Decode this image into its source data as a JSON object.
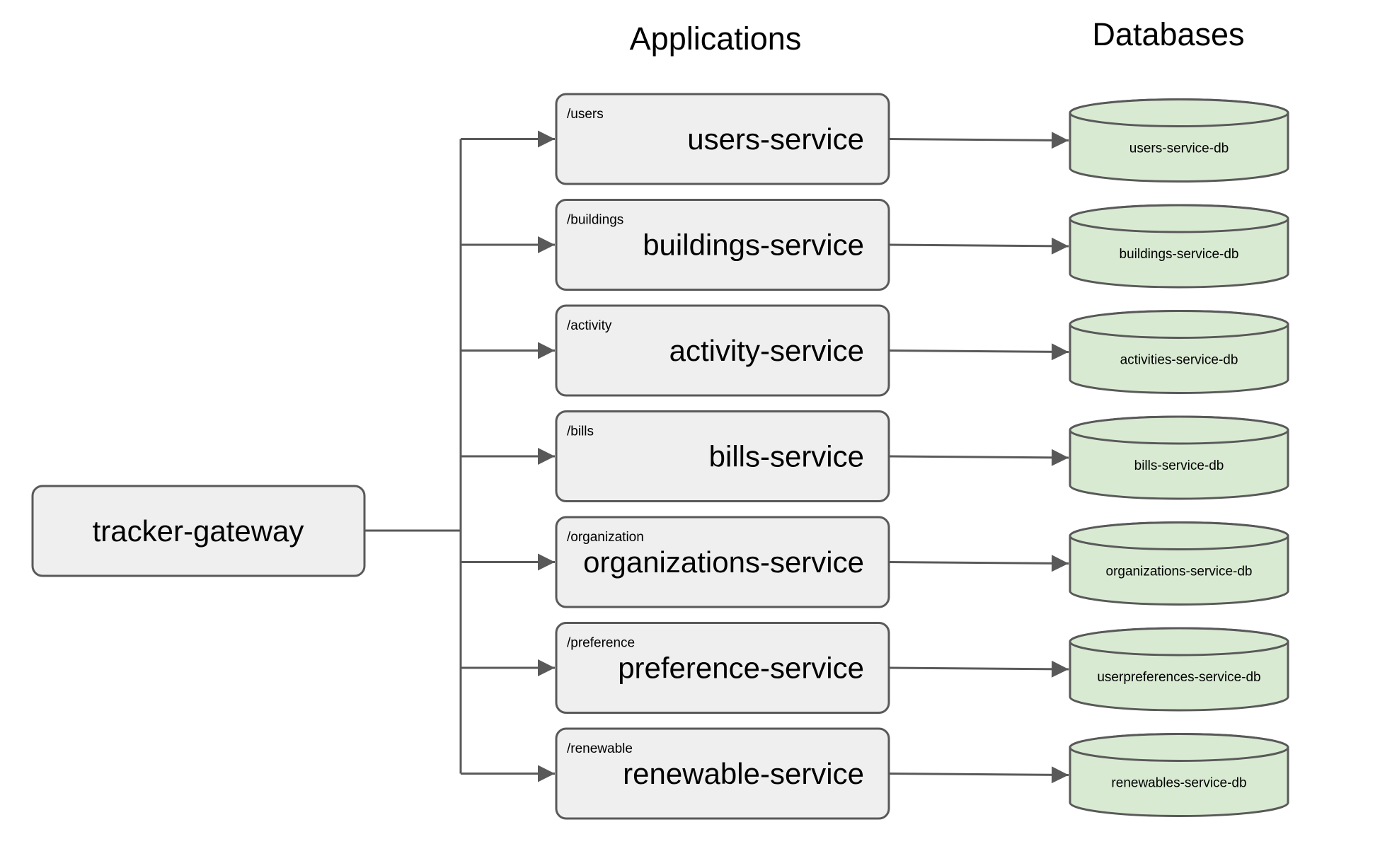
{
  "headings": {
    "applications": "Applications",
    "databases": "Databases"
  },
  "gateway": {
    "label": "tracker-gateway"
  },
  "services": [
    {
      "route": "/users",
      "name": "users-service",
      "db": "users-service-db"
    },
    {
      "route": "/buildings",
      "name": "buildings-service",
      "db": "buildings-service-db"
    },
    {
      "route": "/activity",
      "name": "activity-service",
      "db": "activities-service-db"
    },
    {
      "route": "/bills",
      "name": "bills-service",
      "db": "bills-service-db"
    },
    {
      "route": "/organization",
      "name": "organizations-service",
      "db": "organizations-service-db"
    },
    {
      "route": "/preference",
      "name": "preference-service",
      "db": "userpreferences-service-db"
    },
    {
      "route": "/renewable",
      "name": "renewable-service",
      "db": "renewables-service-db"
    }
  ],
  "colors": {
    "box_fill": "#efefef",
    "db_fill": "#d9ead3",
    "stroke": "#595959"
  }
}
